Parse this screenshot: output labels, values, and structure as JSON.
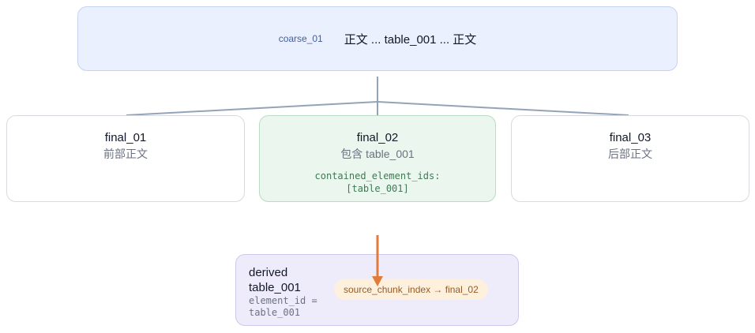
{
  "coarse": {
    "id": "coarse_01",
    "text": "正文 ... table_001 ... 正文"
  },
  "finals": [
    {
      "title": "final_01",
      "subtitle": "前部正文"
    },
    {
      "title": "final_02",
      "subtitle": "包含 table_001",
      "meta_line1": "contained_element_ids:",
      "meta_line2": "[table_001]"
    },
    {
      "title": "final_03",
      "subtitle": "后部正文"
    }
  ],
  "derived": {
    "title_line1": "derived",
    "title_line2": "table_001",
    "id_line1": "element_id =",
    "id_line2": "table_001",
    "pill": "source_chunk_index → final_02"
  },
  "colors": {
    "connector": "#94a3b8",
    "arrow": "#e07b3c",
    "coarse_bg": "#eaf0fd",
    "final_highlight_bg": "#eaf6ee",
    "derived_bg": "#eeebfb",
    "pill_bg": "#fdf0dd"
  }
}
